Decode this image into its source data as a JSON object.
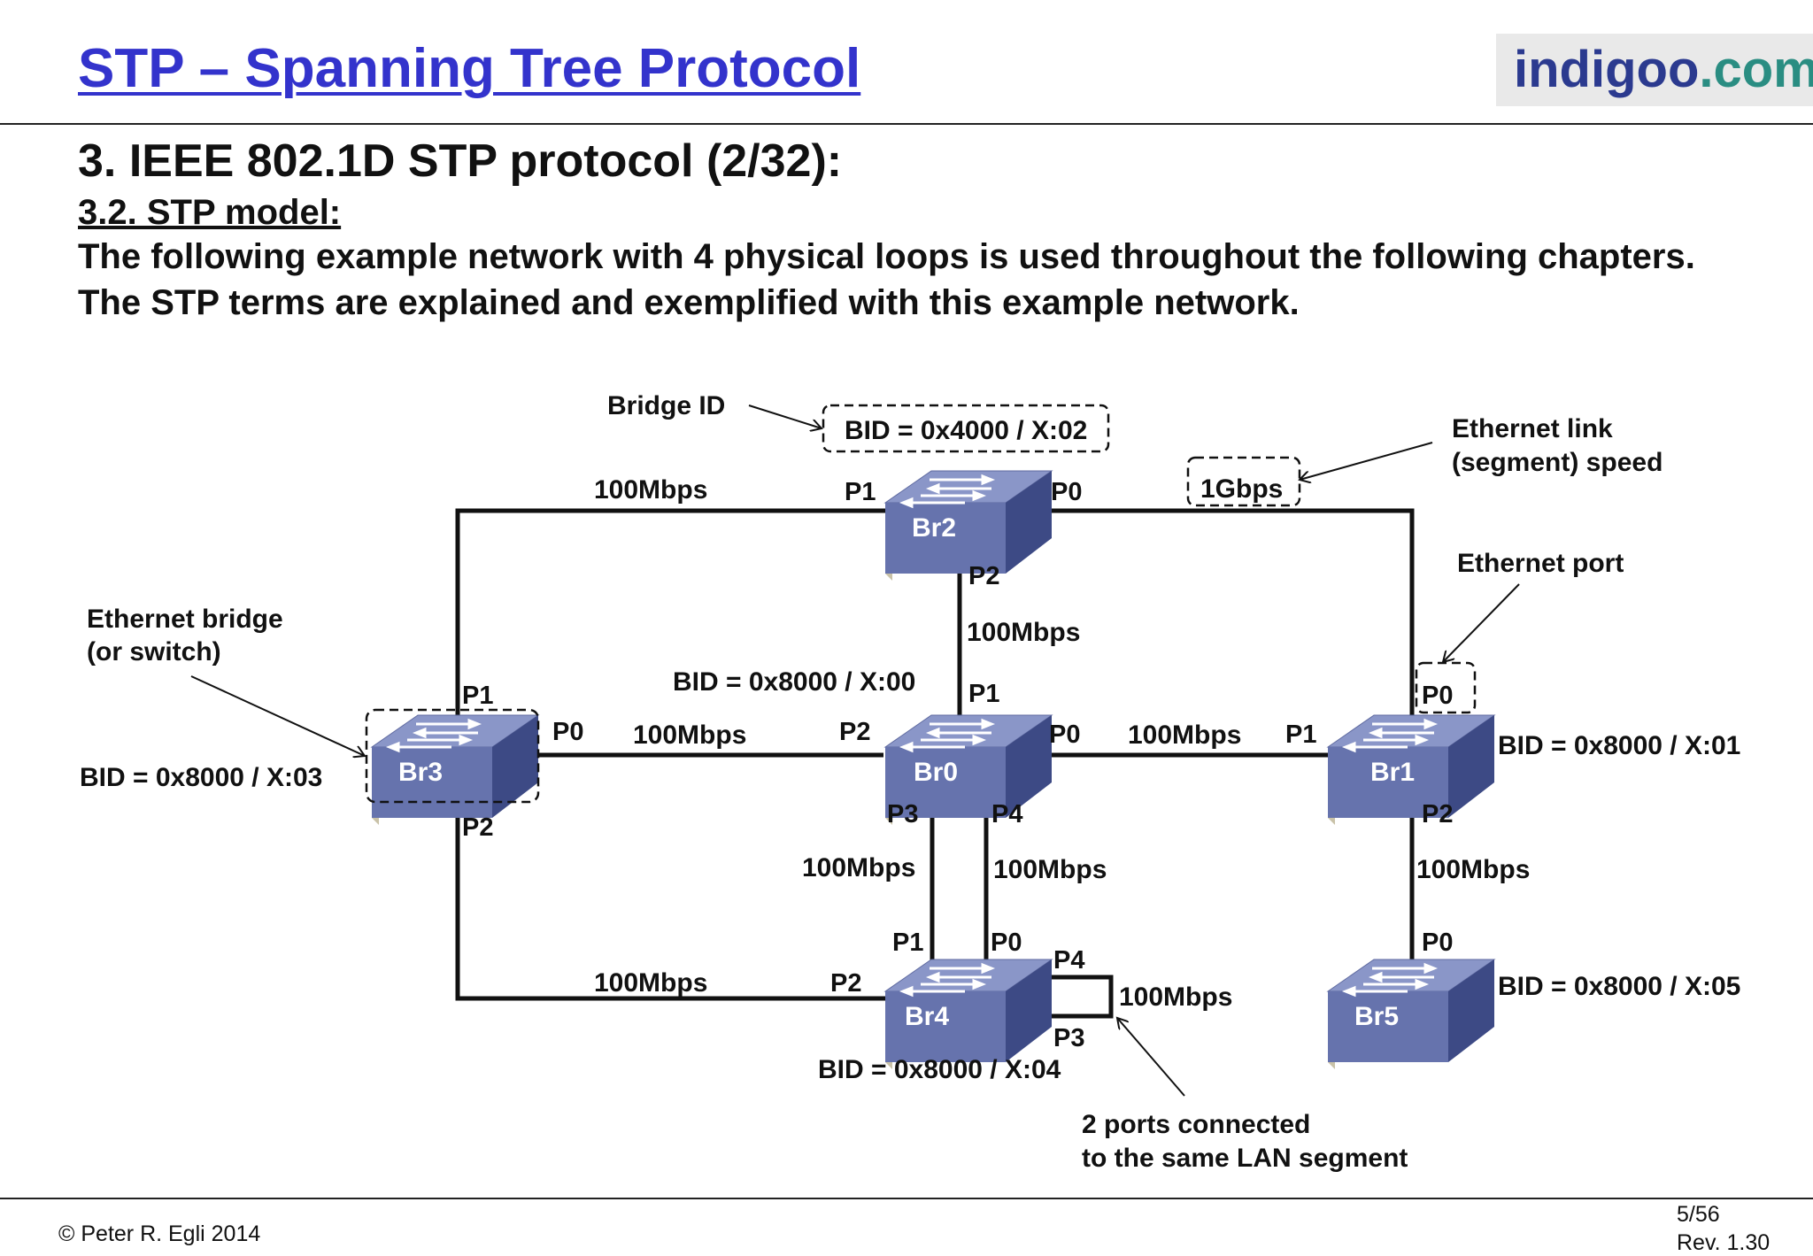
{
  "header": {
    "title": "STP – Spanning Tree Protocol",
    "brand_left": "indigoo",
    "brand_right": ".com"
  },
  "section": {
    "heading": "3. IEEE 802.1D STP protocol (2/32):",
    "subheading": "3.2. STP model:",
    "line1": "The following example network with 4 physical loops is used throughout the following chapters.",
    "line2": "The STP terms are explained and exemplified with this example network."
  },
  "diagram": {
    "switches": {
      "br0": "Br0",
      "br1": "Br1",
      "br2": "Br2",
      "br3": "Br3",
      "br4": "Br4",
      "br5": "Br5"
    },
    "bids": {
      "br0": "BID = 0x8000 / X:00",
      "br1": "BID = 0x8000 / X:01",
      "br2": "BID = 0x4000 / X:02",
      "br3": "BID = 0x8000 / X:03",
      "br4": "BID = 0x8000 / X:04",
      "br5": "BID = 0x8000 / X:05"
    },
    "speeds": {
      "br2_br3": "100Mbps",
      "br2_br1": "1Gbps",
      "br2_br0": "100Mbps",
      "br3_br0": "100Mbps",
      "br0_br1": "100Mbps",
      "br0_br4_a": "100Mbps",
      "br0_br4_b": "100Mbps",
      "br1_br5": "100Mbps",
      "br3_br4": "100Mbps",
      "br4_loop": "100Mbps"
    },
    "ports": {
      "br2_p1": "P1",
      "br2_p0": "P0",
      "br2_p2": "P2",
      "br3_p1": "P1",
      "br3_p0": "P0",
      "br3_p2": "P2",
      "br0_p1": "P1",
      "br0_p2": "P2",
      "br0_p0": "P0",
      "br0_p3": "P3",
      "br0_p4": "P4",
      "br1_p0": "P0",
      "br1_p1": "P1",
      "br1_p2": "P2",
      "br4_p1": "P1",
      "br4_p0": "P0",
      "br4_p2": "P2",
      "br4_p4": "P4",
      "br4_p3": "P3",
      "br5_p0": "P0"
    },
    "annotations": {
      "bridge_id": "Bridge ID",
      "link_speed_1": "Ethernet link",
      "link_speed_2": "(segment) speed",
      "eth_port": "Ethernet port",
      "eth_bridge_1": "Ethernet bridge",
      "eth_bridge_2": "(or switch)",
      "same_seg_1": "2 ports connected",
      "same_seg_2": "to the same LAN segment"
    }
  },
  "footer": {
    "copyright": "© Peter R. Egli 2014",
    "page": "5/56",
    "rev": "Rev. 1.30"
  },
  "colors": {
    "title": "#3333cc",
    "switch_top": "#8a96c8",
    "switch_front": "#6673ad",
    "switch_side": "#3d4a85",
    "brand_teal": "#2a8d82"
  }
}
